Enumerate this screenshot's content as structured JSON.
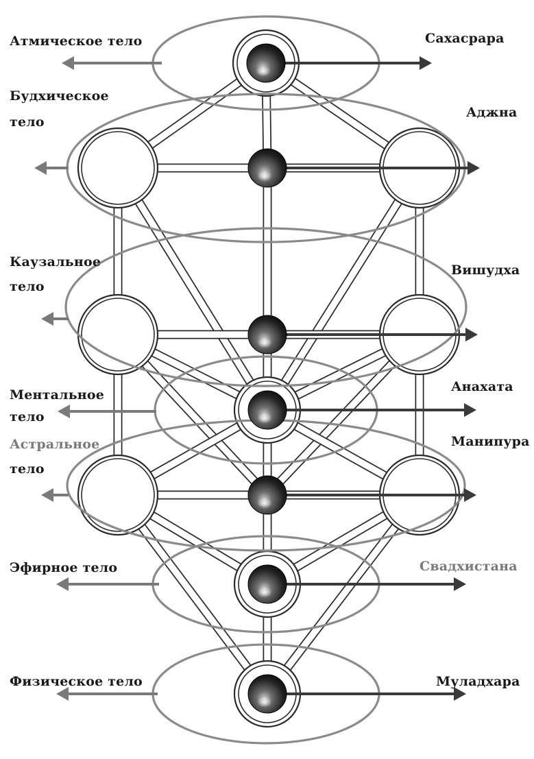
{
  "colors": {
    "background": "#ffffff",
    "ink": "#1a1a1a",
    "outline": "#2a2a2a",
    "oval": "#8a8a8a",
    "arrow_gray": "#7a7a7a",
    "arrow_dark": "#3a3a3a",
    "label_gray": "#7a7a7a",
    "sphere_light": "#c8c8c8",
    "sphere_dark": "#111111"
  },
  "bodies": [
    {
      "id": "atmic",
      "lines": [
        "Атмическое тело"
      ],
      "color": "#1a1a1a"
    },
    {
      "id": "buddhic",
      "lines": [
        "Будхическое",
        "тело"
      ],
      "color": "#1a1a1a"
    },
    {
      "id": "causal",
      "lines": [
        "Каузальное",
        "тело"
      ],
      "color": "#1a1a1a"
    },
    {
      "id": "mental",
      "lines": [
        "Ментальное",
        "тело"
      ],
      "color": "#1a1a1a"
    },
    {
      "id": "astral",
      "lines": [
        "Астральное",
        "тело"
      ],
      "color": "#7a7a7a"
    },
    {
      "id": "etheric",
      "lines": [
        "Эфирное тело"
      ],
      "color": "#1a1a1a"
    },
    {
      "id": "physical",
      "lines": [
        "Физическое тело"
      ],
      "color": "#1a1a1a"
    }
  ],
  "chakras": [
    {
      "id": "sahasrara",
      "label": "Сахасрара",
      "color": "#1a1a1a"
    },
    {
      "id": "ajna",
      "label": "Аджна",
      "color": "#1a1a1a"
    },
    {
      "id": "vishuddha",
      "label": "Вишудха",
      "color": "#1a1a1a"
    },
    {
      "id": "anahata",
      "label": "Анахата",
      "color": "#1a1a1a"
    },
    {
      "id": "manipura",
      "label": "Манипура",
      "color": "#1a1a1a"
    },
    {
      "id": "svadhisthana",
      "label": "Свадхистана",
      "color": "#7a7a7a"
    },
    {
      "id": "muladhara",
      "label": "Муладхара",
      "color": "#1a1a1a"
    }
  ]
}
